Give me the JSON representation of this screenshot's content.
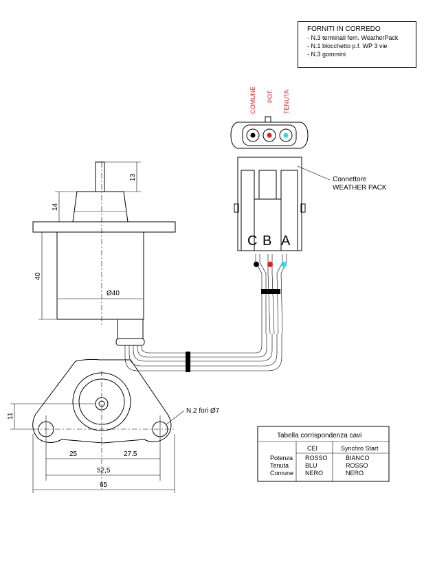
{
  "notes": {
    "title": "FORNITI IN CORREDO",
    "items": [
      "- N.3 terminali fem. WeatherPack",
      "- N.1 blocchetto p.f. WP 3 vie",
      "- N.3 gommini"
    ]
  },
  "pins": {
    "comune": "COMUNE",
    "pot": "POT.",
    "tenuta": "TENUTA"
  },
  "connector": {
    "label_line1": "Connettore",
    "label_line2": "WEATHER PACK",
    "letter_c": "C",
    "letter_b": "B",
    "letter_a": "A"
  },
  "dims": {
    "d13": "13",
    "d14": "14",
    "d40": "40",
    "dia40": "Ø40",
    "d11": "11",
    "holes": "N.2 fori Ø7",
    "d25": "25",
    "d275": "27.5",
    "d525": "52,5",
    "d65": "65"
  },
  "table": {
    "title": "Tabella corrispondenza cavi",
    "col_cei": "CEI",
    "col_synchro": "Synchro Start",
    "rows": [
      {
        "name": "Potenza",
        "cei": "ROSSO",
        "synchro": "BIANCO"
      },
      {
        "name": "Tenuta",
        "cei": "BLU",
        "synchro": "ROSSO"
      },
      {
        "name": "Comune",
        "cei": "NERO",
        "synchro": "NERO"
      }
    ]
  },
  "colors": {
    "pin_black": "#000000",
    "pin_red": "#e02020",
    "pin_cyan": "#30d8e8",
    "label_red": "#e02020"
  }
}
